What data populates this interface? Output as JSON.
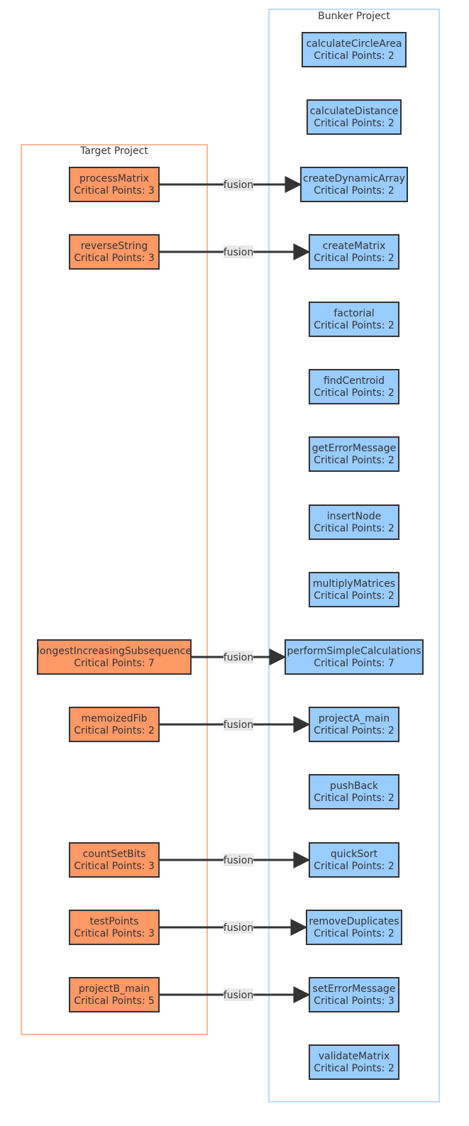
{
  "colors": {
    "target_fill": "#ff9966",
    "target_stroke": "#f4a27a",
    "bunker_fill": "#99ccff",
    "bunker_stroke": "#a8d0f5",
    "node_border": "#333333",
    "edge": "#333333",
    "label_bg": "#e8e8e8"
  },
  "clusters": {
    "target": {
      "title": "Target Project"
    },
    "bunker": {
      "title": "Bunker Project"
    }
  },
  "target_nodes": [
    {
      "name": "processMatrix",
      "points": "Critical Points: 3"
    },
    {
      "name": "reverseString",
      "points": "Critical Points: 3"
    },
    {
      "name": "longestIncreasingSubsequence",
      "points": "Critical Points: 7"
    },
    {
      "name": "memoizedFib",
      "points": "Critical Points: 2"
    },
    {
      "name": "countSetBits",
      "points": "Critical Points: 3"
    },
    {
      "name": "testPoints",
      "points": "Critical Points: 3"
    },
    {
      "name": "projectB_main",
      "points": "Critical Points: 5"
    }
  ],
  "bunker_nodes": [
    {
      "name": "calculateCircleArea",
      "points": "Critical Points: 2"
    },
    {
      "name": "calculateDistance",
      "points": "Critical Points: 2"
    },
    {
      "name": "createDynamicArray",
      "points": "Critical Points: 2"
    },
    {
      "name": "createMatrix",
      "points": "Critical Points: 2"
    },
    {
      "name": "factorial",
      "points": "Critical Points: 2"
    },
    {
      "name": "findCentroid",
      "points": "Critical Points: 2"
    },
    {
      "name": "getErrorMessage",
      "points": "Critical Points: 2"
    },
    {
      "name": "insertNode",
      "points": "Critical Points: 2"
    },
    {
      "name": "multiplyMatrices",
      "points": "Critical Points: 2"
    },
    {
      "name": "performSimpleCalculations",
      "points": "Critical Points: 7"
    },
    {
      "name": "projectA_main",
      "points": "Critical Points: 2"
    },
    {
      "name": "pushBack",
      "points": "Critical Points: 2"
    },
    {
      "name": "quickSort",
      "points": "Critical Points: 2"
    },
    {
      "name": "removeDuplicates",
      "points": "Critical Points: 2"
    },
    {
      "name": "setErrorMessage",
      "points": "Critical Points: 3"
    },
    {
      "name": "validateMatrix",
      "points": "Critical Points: 2"
    }
  ],
  "edges": [
    {
      "from": "processMatrix",
      "to": "createDynamicArray",
      "label": "fusion"
    },
    {
      "from": "reverseString",
      "to": "createMatrix",
      "label": "fusion"
    },
    {
      "from": "longestIncreasingSubsequence",
      "to": "performSimpleCalculations",
      "label": "fusion"
    },
    {
      "from": "memoizedFib",
      "to": "projectA_main",
      "label": "fusion"
    },
    {
      "from": "countSetBits",
      "to": "quickSort",
      "label": "fusion"
    },
    {
      "from": "testPoints",
      "to": "removeDuplicates",
      "label": "fusion"
    },
    {
      "from": "projectB_main",
      "to": "setErrorMessage",
      "label": "fusion"
    }
  ]
}
